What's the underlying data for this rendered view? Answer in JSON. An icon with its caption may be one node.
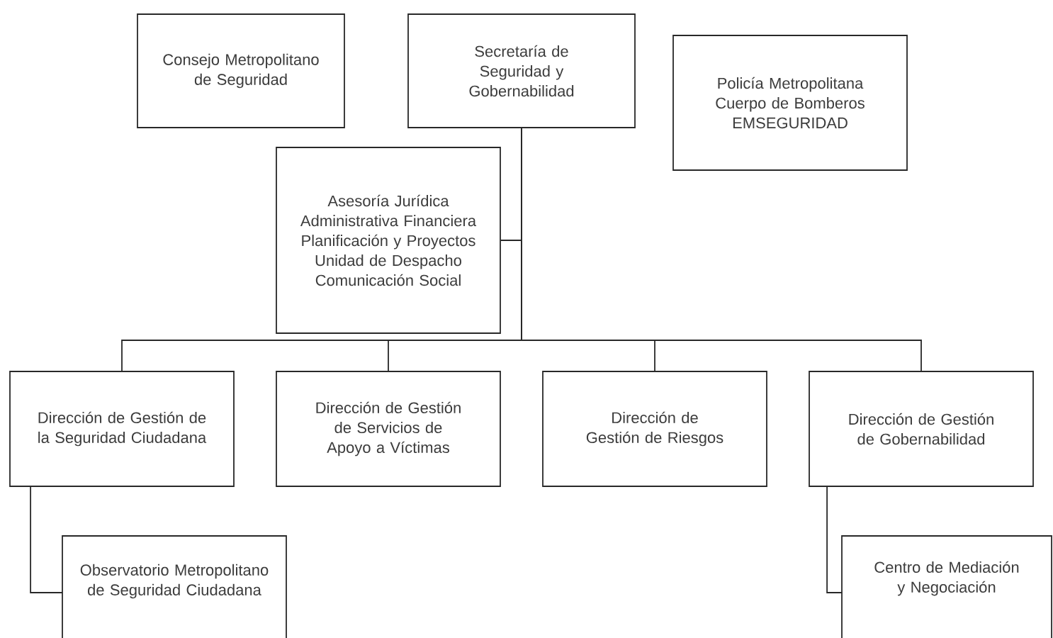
{
  "diagram": {
    "nodes": [
      {
        "text": [
          "Consejo Metropolitano de Seguridad"
        ]
      },
      {
        "text": [
          "Secretaría de Seguridad y Gobernabilidad"
        ]
      },
      {
        "text": [
          "Policía Metropolitana",
          "Cuerpo de Bomberos",
          "EMSEGURIDAD"
        ]
      },
      {
        "text": [
          "Asesoría Jurídica",
          "Administrativa Financiera",
          "Planificación y Proyectos",
          "Unidad de Despacho",
          "Comunicación Social"
        ]
      },
      {
        "text": [
          "Dirección de Gestión de la Seguridad Ciudadana"
        ]
      },
      {
        "text": [
          "Dirección de Gestión de Servicios de Apoyo a Víctimas"
        ]
      },
      {
        "text": [
          "Dirección de Gestión de Riesgos"
        ]
      },
      {
        "text": [
          "Dirección de Gestión de Gobernabilidad"
        ]
      },
      {
        "text": [
          "Observatorio Metropolitano de Seguridad Ciudadana"
        ]
      },
      {
        "text": [
          "Centro de Mediación y Negociación"
        ]
      }
    ],
    "edges": [
      {
        "from": 1,
        "to": 3,
        "arrow": "none"
      },
      {
        "from": 1,
        "to": 4,
        "arrow": "none"
      },
      {
        "from": 1,
        "to": 5,
        "arrow": "none"
      },
      {
        "from": 1,
        "to": 6,
        "arrow": "none"
      },
      {
        "from": 1,
        "to": 7,
        "arrow": "none"
      },
      {
        "from": 4,
        "to": 8,
        "arrow": "none"
      },
      {
        "from": 7,
        "to": 9,
        "arrow": "none"
      }
    ]
  }
}
